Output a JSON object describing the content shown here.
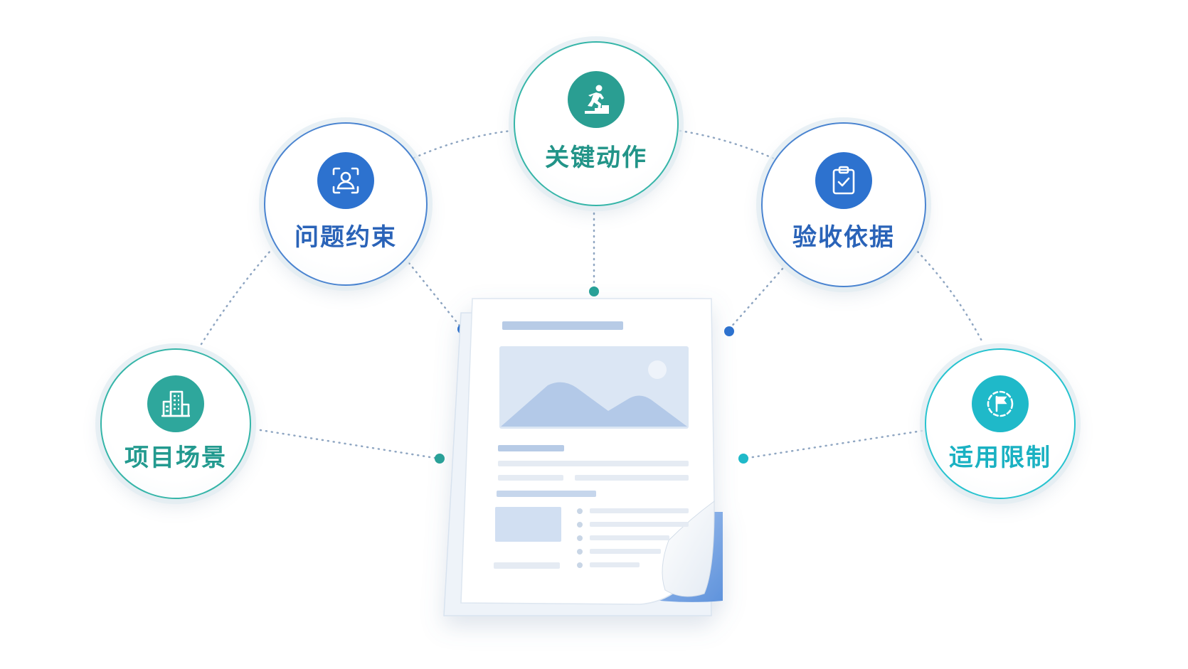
{
  "nodes": [
    {
      "id": "scenario",
      "label": "项目场景",
      "icon": "building-icon",
      "color": "#2ea79c"
    },
    {
      "id": "problem",
      "label": "问题约束",
      "icon": "person-scan-icon",
      "color": "#2d72cf"
    },
    {
      "id": "action",
      "label": "关键动作",
      "icon": "running-stairs-icon",
      "color": "#2a9e92"
    },
    {
      "id": "accept",
      "label": "验收依据",
      "icon": "clipboard-check-icon",
      "color": "#2d72cf"
    },
    {
      "id": "limit",
      "label": "适用限制",
      "icon": "flag-dashed-circle-icon",
      "color": "#1fb9c9"
    }
  ],
  "center": {
    "icon": "document-page-icon",
    "accent": "#7aa6e0"
  }
}
